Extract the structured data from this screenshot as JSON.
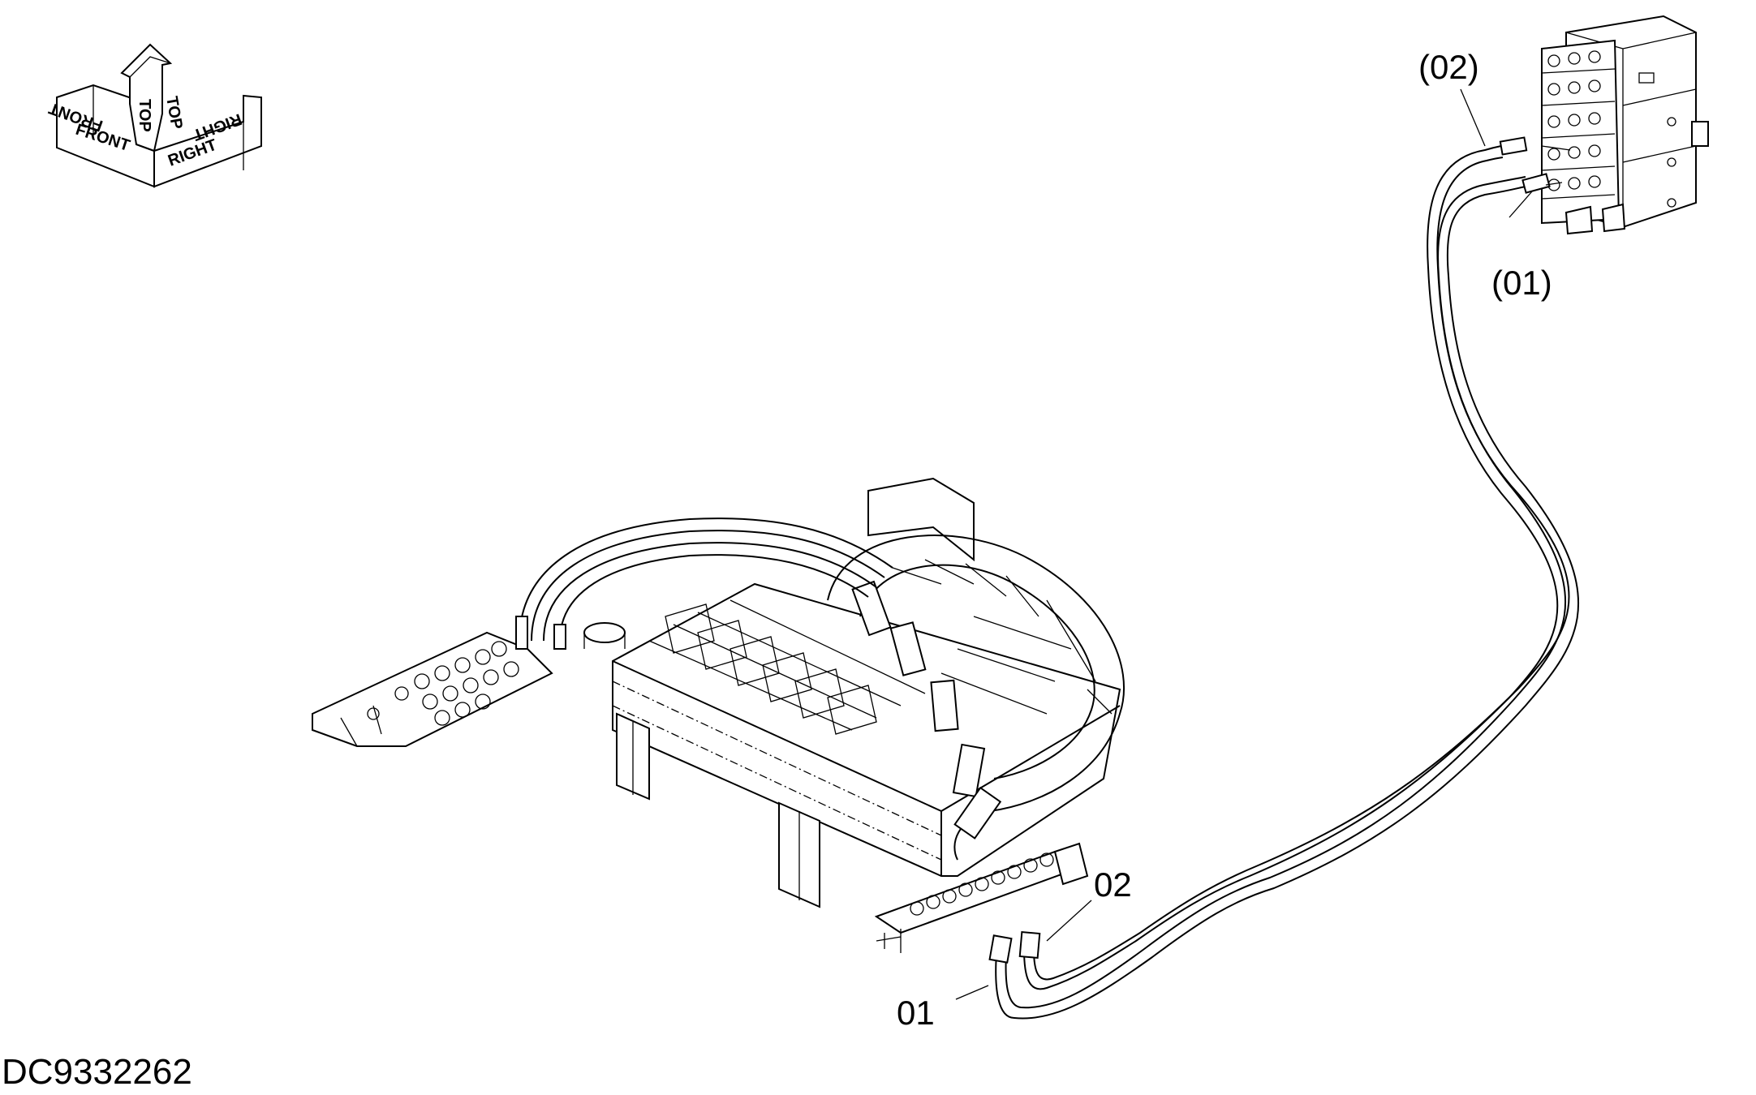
{
  "diagram": {
    "drawing_id": "DC9332262",
    "orientation": {
      "front": "FRONT",
      "top_left": "TOP",
      "top_right": "TOP",
      "right": "RIGHT",
      "front_mirrored": "FRONT",
      "right_mirrored": "RIGHT"
    },
    "callouts": [
      {
        "id": "hose-01",
        "text": "01"
      },
      {
        "id": "hose-02",
        "text": "02"
      },
      {
        "id": "hose-01-ref",
        "text": "(01)"
      },
      {
        "id": "hose-02-ref",
        "text": "(02)"
      }
    ],
    "colors": {
      "line": "#000000",
      "background": "#ffffff"
    }
  }
}
